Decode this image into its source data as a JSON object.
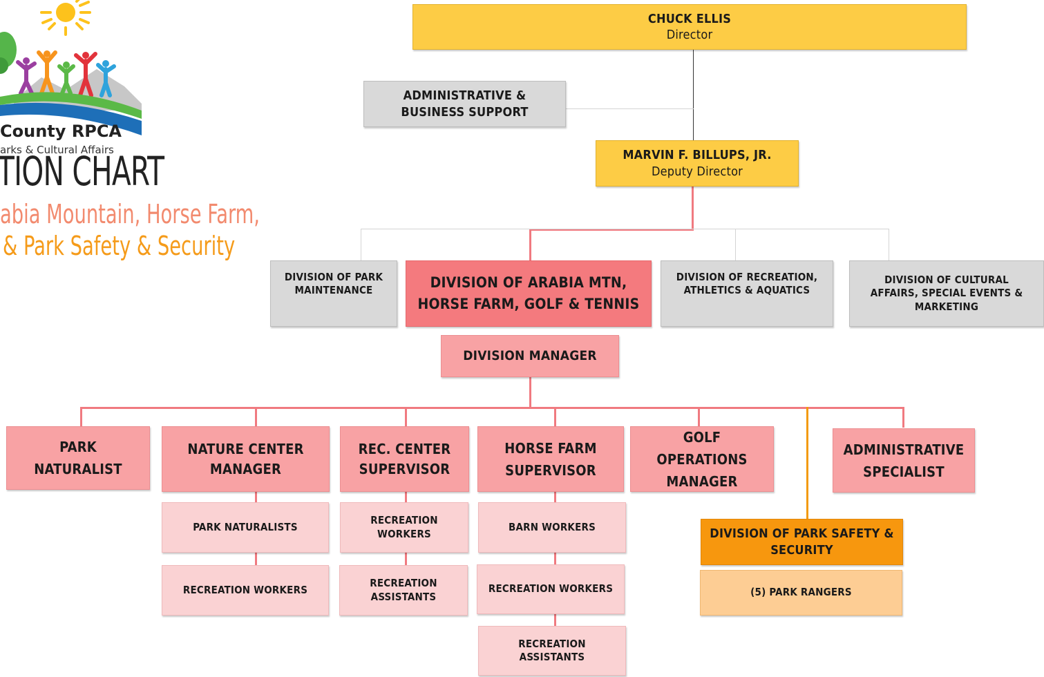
{
  "logo": {
    "org_line": "County RPCA",
    "dept_line": "arks & Cultural Affairs"
  },
  "heading": {
    "title": "TION CHART",
    "subtitle_line1": "abia Mountain, Horse Farm,",
    "subtitle_line2": "& Park Safety & Security"
  },
  "director": {
    "name": "CHUCK ELLIS",
    "title": "Director"
  },
  "admin_support": {
    "label": "ADMINISTRATIVE & BUSINESS SUPPORT"
  },
  "deputy": {
    "name": "MARVIN F. BILLUPS, JR.",
    "title": "Deputy Director"
  },
  "divisions": {
    "park_maintenance": "DIVISION OF PARK MAINTENANCE",
    "arabia": "DIVISION OF ARABIA MTN, HORSE FARM, GOLF & TENNIS",
    "recreation": "DIVISION OF RECREATION, ATHLETICS & AQUATICS",
    "cultural": "DIVISION OF CULTURAL AFFAIRS, SPECIAL EVENTS & MARKETING"
  },
  "division_manager": "DIVISION MANAGER",
  "units": {
    "park_naturalist": "PARK NATURALIST",
    "nature_center_manager": "NATURE CENTER MANAGER",
    "rec_center_supervisor": "REC. CENTER SUPERVISOR",
    "horse_farm_supervisor": "HORSE FARM SUPERVISOR",
    "golf_operations_manager": "GOLF OPERATIONS MANAGER",
    "administrative_specialist": "ADMINISTRATIVE SPECIALIST"
  },
  "staff": {
    "nature_center": [
      "PARK NATURALISTS",
      "RECREATION WORKERS"
    ],
    "rec_center": [
      "RECREATION WORKERS",
      "RECREATION ASSISTANTS"
    ],
    "horse_farm": [
      "BARN WORKERS",
      "RECREATION WORKERS",
      "RECREATION ASSISTANTS"
    ]
  },
  "park_safety": {
    "division": "DIVISION OF PARK SAFETY & SECURITY",
    "rangers": "(5) PARK RANGERS"
  },
  "colors": {
    "director": "#fdcc45",
    "division_gray": "#d9d9d9",
    "arabia_division": "#f47a7e",
    "unit": "#f8a2a4",
    "staff": "#fad2d3",
    "park_safety": "#f7970e",
    "rangers": "#fdcd94"
  }
}
